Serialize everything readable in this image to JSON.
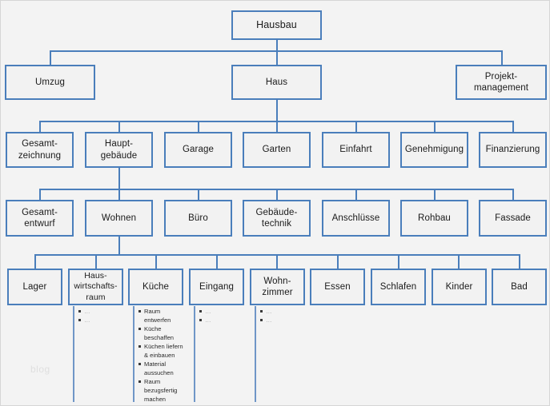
{
  "diagram": {
    "title": "Hausbau",
    "watermark": "blog",
    "colors": {
      "node_border": "#4a7ebb",
      "node_fill": "#f2f2f2",
      "connector": "#4a7ebb",
      "canvas_bg": "#f3f3f3",
      "bullet": "#3a3a3a"
    },
    "levels": {
      "level0": [
        {
          "id": "hausbau",
          "label": "Hausbau"
        }
      ],
      "level1": [
        {
          "id": "umzug",
          "label": "Umzug"
        },
        {
          "id": "haus",
          "label": "Haus"
        },
        {
          "id": "projektmanagement",
          "label": "Projekt-\nmanagement"
        }
      ],
      "level2": [
        {
          "id": "gesamtzeichnung",
          "label": "Gesamt-\nzeichnung"
        },
        {
          "id": "hauptgebaeude",
          "label": "Haupt-\ngebäude"
        },
        {
          "id": "garage",
          "label": "Garage"
        },
        {
          "id": "garten",
          "label": "Garten"
        },
        {
          "id": "einfahrt",
          "label": "Einfahrt"
        },
        {
          "id": "genehmigung",
          "label": "Genehmigung"
        },
        {
          "id": "finanzierung",
          "label": "Finanzierung"
        }
      ],
      "level3": [
        {
          "id": "gesamtentwurf",
          "label": "Gesamt-\nentwurf"
        },
        {
          "id": "wohnen",
          "label": "Wohnen"
        },
        {
          "id": "buero",
          "label": "Büro"
        },
        {
          "id": "gebaeudetechnik",
          "label": "Gebäude-\ntechnik"
        },
        {
          "id": "anschluesse",
          "label": "Anschlüsse"
        },
        {
          "id": "rohbau",
          "label": "Rohbau"
        },
        {
          "id": "fassade",
          "label": "Fassade"
        }
      ],
      "level4": [
        {
          "id": "lager",
          "label": "Lager"
        },
        {
          "id": "hauswirtschaftsraum",
          "label": "Haus-\nwirtschafts-\nraum"
        },
        {
          "id": "kueche",
          "label": "Küche"
        },
        {
          "id": "eingang",
          "label": "Eingang"
        },
        {
          "id": "wohnzimmer",
          "label": "Wohn-\nzimmer"
        },
        {
          "id": "essen",
          "label": "Essen"
        },
        {
          "id": "schlafen",
          "label": "Schlafen"
        },
        {
          "id": "kinder",
          "label": "Kinder"
        },
        {
          "id": "bad",
          "label": "Bad"
        }
      ]
    },
    "task_lists": {
      "hauswirtschaftsraum": [
        "…",
        "…"
      ],
      "kueche": [
        "Raum entwerfen",
        "Küche beschaffen",
        "Küchen liefern & einbauen",
        "Material aussuchen",
        "Raum bezugsfertig machen"
      ],
      "eingang": [
        "…",
        "…"
      ],
      "wohnzimmer": [
        "…",
        "…"
      ]
    }
  }
}
